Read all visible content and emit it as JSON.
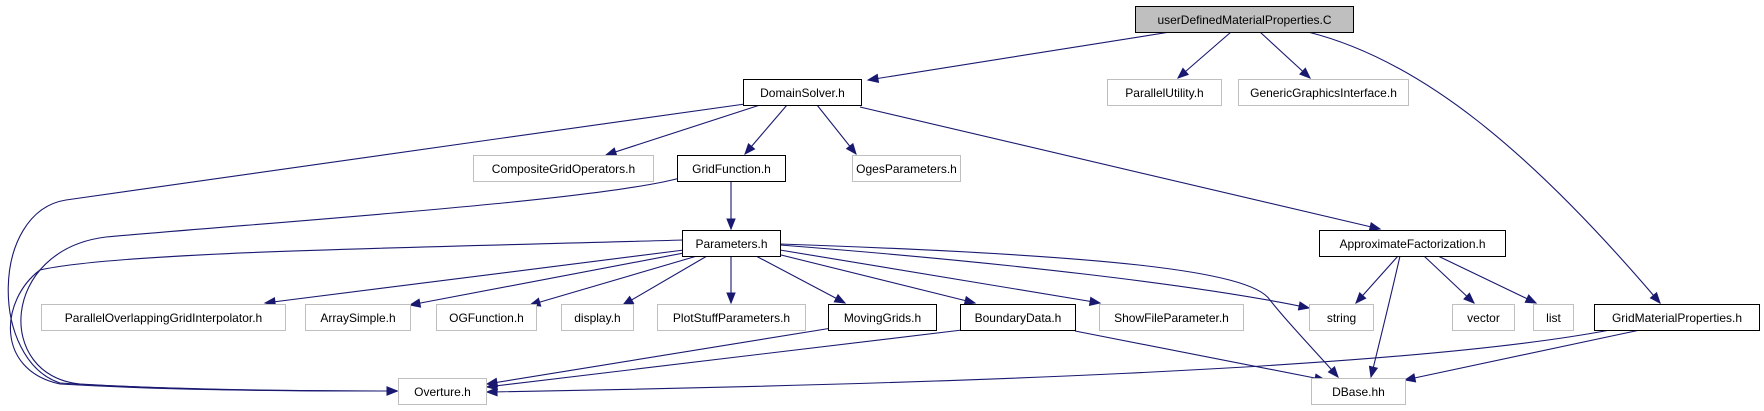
{
  "graph": {
    "edge_color": "#191970",
    "root_fill": "#bfbfbf",
    "external_border": "#bfbfbf",
    "nodes": [
      {
        "id": "root",
        "label": "userDefinedMaterialProperties.C",
        "style": "root"
      },
      {
        "id": "domainsolver",
        "label": "DomainSolver.h",
        "style": "documented"
      },
      {
        "id": "parallelutility",
        "label": "ParallelUtility.h",
        "style": "external"
      },
      {
        "id": "genericgraphics",
        "label": "GenericGraphicsInterface.h",
        "style": "external"
      },
      {
        "id": "compositegridops",
        "label": "CompositeGridOperators.h",
        "style": "external"
      },
      {
        "id": "gridfunction",
        "label": "GridFunction.h",
        "style": "documented"
      },
      {
        "id": "ogesparameters",
        "label": "OgesParameters.h",
        "style": "external"
      },
      {
        "id": "parameters",
        "label": "Parameters.h",
        "style": "documented"
      },
      {
        "id": "approxfactor",
        "label": "ApproximateFactorization.h",
        "style": "documented"
      },
      {
        "id": "parallelogi",
        "label": "ParallelOverlappingGridInterpolator.h",
        "style": "external"
      },
      {
        "id": "arraysimple",
        "label": "ArraySimple.h",
        "style": "external"
      },
      {
        "id": "ogfunction",
        "label": "OGFunction.h",
        "style": "external"
      },
      {
        "id": "display",
        "label": "display.h",
        "style": "external"
      },
      {
        "id": "plotstuff",
        "label": "PlotStuffParameters.h",
        "style": "external"
      },
      {
        "id": "movinggrids",
        "label": "MovingGrids.h",
        "style": "documented"
      },
      {
        "id": "boundarydata",
        "label": "BoundaryData.h",
        "style": "documented"
      },
      {
        "id": "showfile",
        "label": "ShowFileParameter.h",
        "style": "external"
      },
      {
        "id": "string",
        "label": "string",
        "style": "external"
      },
      {
        "id": "vector",
        "label": "vector",
        "style": "external"
      },
      {
        "id": "list",
        "label": "list",
        "style": "external"
      },
      {
        "id": "gridmaterial",
        "label": "GridMaterialProperties.h",
        "style": "documented"
      },
      {
        "id": "overture",
        "label": "Overture.h",
        "style": "external"
      },
      {
        "id": "dbase",
        "label": "DBase.hh",
        "style": "external"
      }
    ],
    "edges": [
      {
        "from": "root",
        "to": "domainsolver"
      },
      {
        "from": "root",
        "to": "parallelutility"
      },
      {
        "from": "root",
        "to": "genericgraphics"
      },
      {
        "from": "root",
        "to": "gridmaterial"
      },
      {
        "from": "domainsolver",
        "to": "overture"
      },
      {
        "from": "domainsolver",
        "to": "compositegridops"
      },
      {
        "from": "domainsolver",
        "to": "gridfunction"
      },
      {
        "from": "domainsolver",
        "to": "ogesparameters"
      },
      {
        "from": "domainsolver",
        "to": "approxfactor"
      },
      {
        "from": "gridfunction",
        "to": "overture"
      },
      {
        "from": "gridfunction",
        "to": "parameters"
      },
      {
        "from": "parameters",
        "to": "overture"
      },
      {
        "from": "parameters",
        "to": "parallelogi"
      },
      {
        "from": "parameters",
        "to": "arraysimple"
      },
      {
        "from": "parameters",
        "to": "ogfunction"
      },
      {
        "from": "parameters",
        "to": "display"
      },
      {
        "from": "parameters",
        "to": "plotstuff"
      },
      {
        "from": "parameters",
        "to": "movinggrids"
      },
      {
        "from": "parameters",
        "to": "boundarydata"
      },
      {
        "from": "parameters",
        "to": "showfile"
      },
      {
        "from": "parameters",
        "to": "string"
      },
      {
        "from": "parameters",
        "to": "dbase"
      },
      {
        "from": "approxfactor",
        "to": "string"
      },
      {
        "from": "approxfactor",
        "to": "dbase"
      },
      {
        "from": "approxfactor",
        "to": "vector"
      },
      {
        "from": "approxfactor",
        "to": "list"
      },
      {
        "from": "movinggrids",
        "to": "overture"
      },
      {
        "from": "boundarydata",
        "to": "overture"
      },
      {
        "from": "boundarydata",
        "to": "dbase"
      },
      {
        "from": "gridmaterial",
        "to": "overture"
      },
      {
        "from": "gridmaterial",
        "to": "dbase"
      }
    ]
  }
}
